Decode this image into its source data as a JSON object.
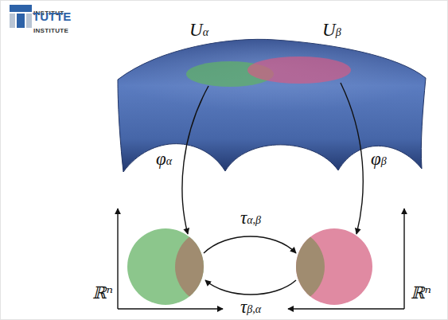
{
  "diagram": {
    "nodes": [
      {
        "text": [
          "Uα"
        ]
      },
      {
        "text": [
          "Uβ"
        ]
      }
    ],
    "labels": [
      "INSTITUT",
      "TUTTE",
      "INSTITUTE",
      "φα",
      "φβ",
      "τα,β",
      "τβ,α",
      "ℝⁿ",
      "ℝⁿ"
    ]
  }
}
